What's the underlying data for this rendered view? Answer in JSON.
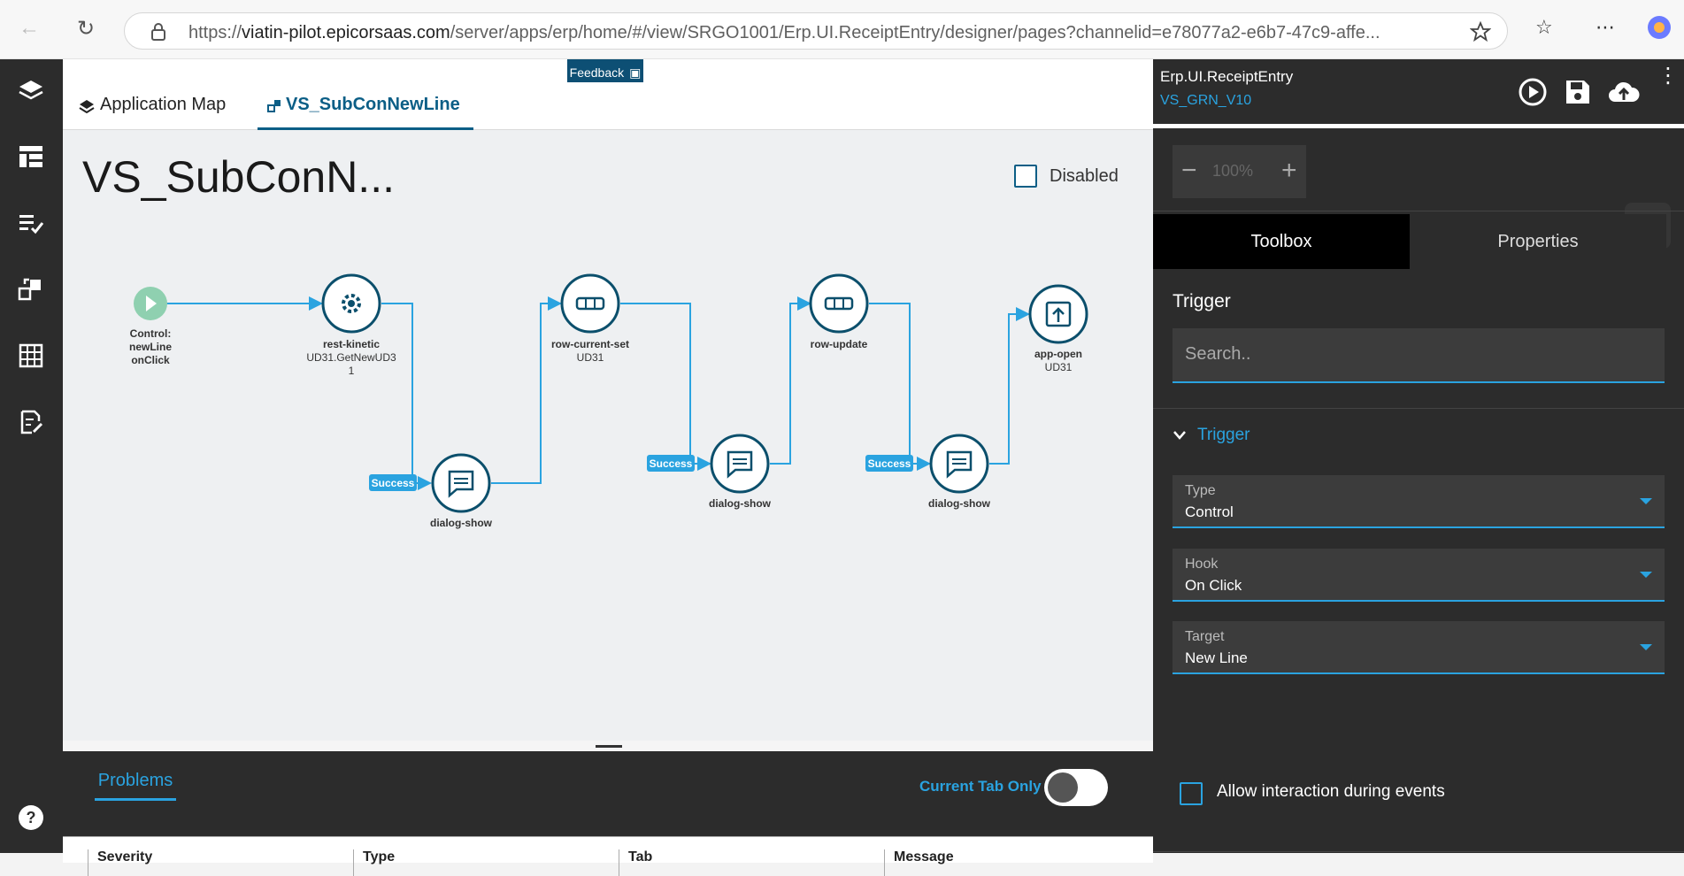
{
  "browser": {
    "url_prefix": "https://",
    "url_host": "viatin-pilot.epicorsaas.com",
    "url_path": "/server/apps/erp/home/#/view/SRGO1001/Erp.UI.ReceiptEntry/designer/pages?channelid=e78077a2-e6b7-47c9-affe..."
  },
  "tabs": {
    "app_map": "Application Map",
    "current": "VS_SubConNewLine"
  },
  "feedback_label": "Feedback",
  "page_title": "VS_SubConN...",
  "disabled_label": "Disabled",
  "flow": {
    "start": {
      "line1": "Control:",
      "line2": "newLine",
      "line3": "onClick"
    },
    "rest": {
      "name": "rest-kinetic",
      "line2": "UD31.GetNewUD3",
      "line3": "1"
    },
    "dialog1": {
      "name": "dialog-show"
    },
    "rowcur": {
      "name": "row-current-set",
      "line2": "UD31"
    },
    "dialog2": {
      "name": "dialog-show"
    },
    "rowupd": {
      "name": "row-update"
    },
    "dialog3": {
      "name": "dialog-show"
    },
    "appopen": {
      "name": "app-open",
      "line2": "UD31"
    },
    "success_label": "Success"
  },
  "problems": {
    "tab": "Problems",
    "current_tab_only": "Current Tab Only",
    "columns": [
      "Severity",
      "Type",
      "Tab",
      "Message"
    ]
  },
  "right": {
    "app_name": "Erp.UI.ReceiptEntry",
    "layer_name": "VS_GRN_V10",
    "zoom": "100%",
    "tab_toolbox": "Toolbox",
    "tab_properties": "Properties",
    "section_title": "Trigger",
    "search_placeholder": "Search..",
    "accordion": "Trigger",
    "type_label": "Type",
    "type_value": "Control",
    "hook_label": "Hook",
    "hook_value": "On Click",
    "target_label": "Target",
    "target_value": "New Line",
    "allow_label": "Allow interaction during events"
  },
  "colors": {
    "accent": "#2aa3e0",
    "node_border": "#0b4f6c",
    "start": "#8fd0b0"
  }
}
